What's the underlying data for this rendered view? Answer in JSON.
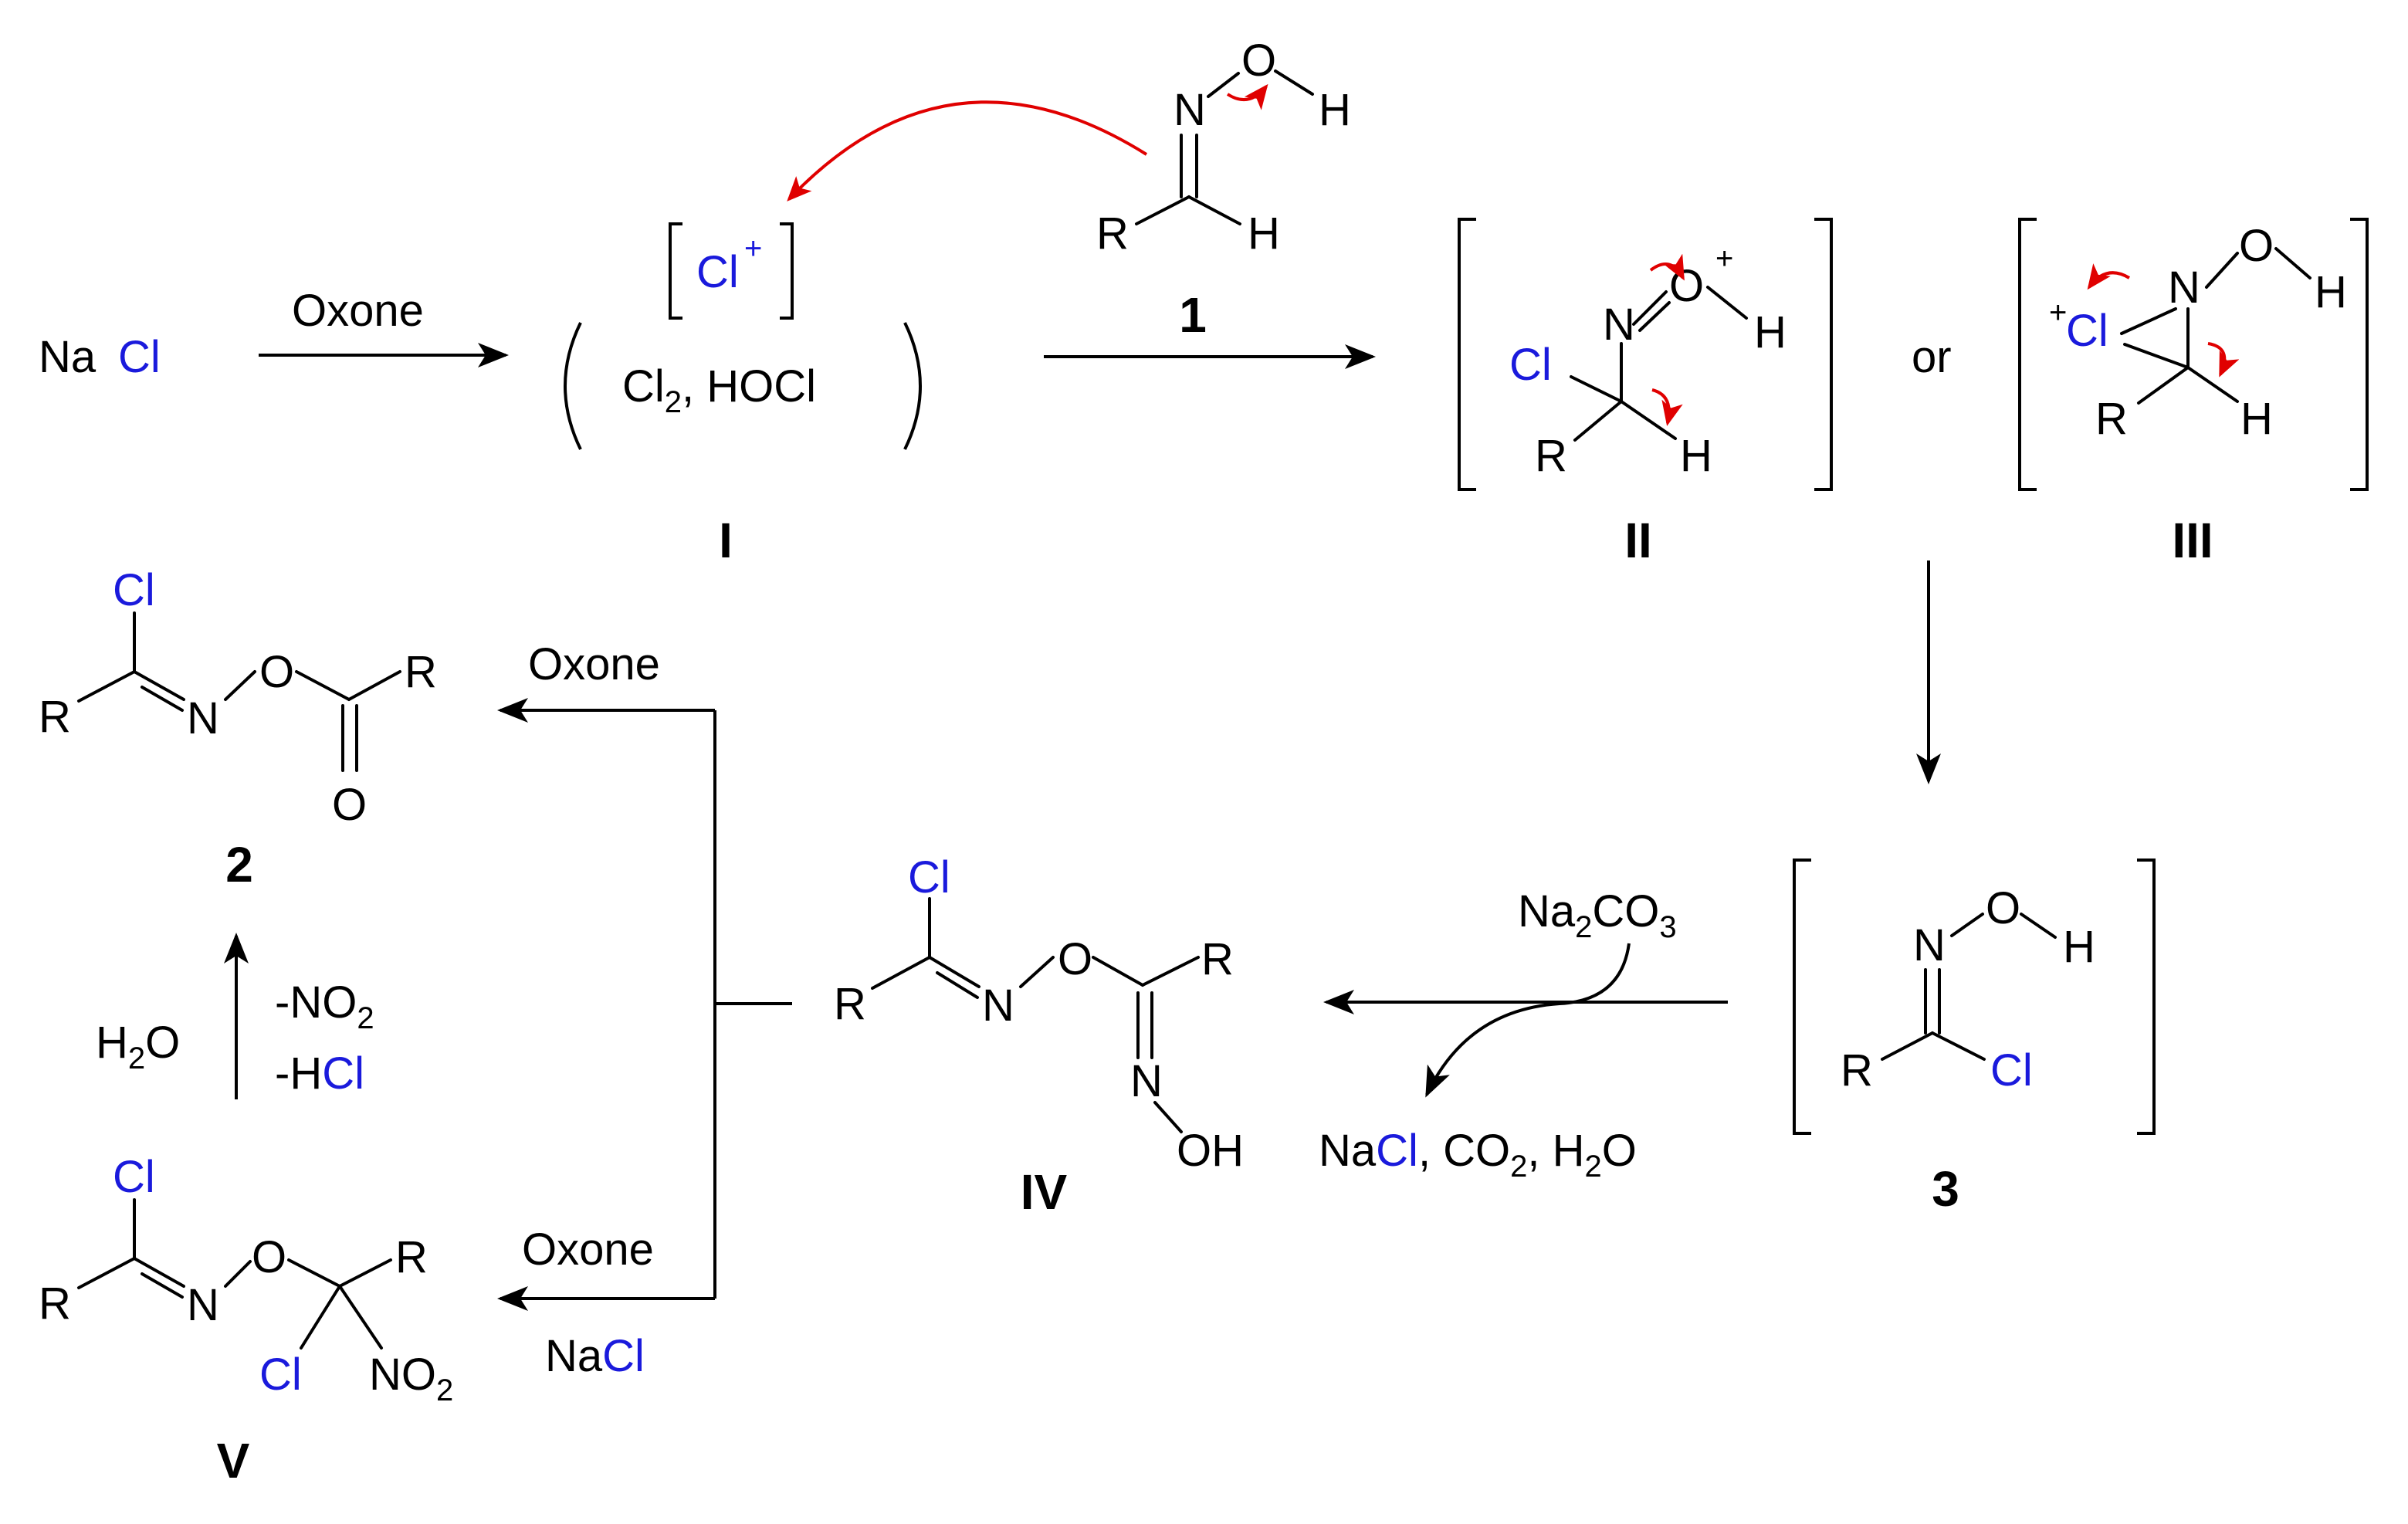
{
  "colors": {
    "chlorine": "#1a1adc",
    "electron_arrow": "#e00000",
    "ink": "#000000"
  },
  "start": {
    "na": "Na",
    "cl": "Cl"
  },
  "step1": {
    "reagent": "Oxone"
  },
  "species_I": {
    "cl": "Cl",
    "plus": "+",
    "cl2": "Cl",
    "cl2_sub": "2",
    "hocl": ", HOCl",
    "label": "I"
  },
  "oxime_1": {
    "n": "N",
    "o": "O",
    "h1": "H",
    "r": "R",
    "h2": "H",
    "label": "1"
  },
  "species_II": {
    "n": "N",
    "o": "O",
    "plus": "+",
    "h1": "H",
    "cl": "Cl",
    "r": "R",
    "h2": "H",
    "label": "II"
  },
  "or_text": "or",
  "species_III": {
    "plus": "+",
    "cl": "Cl",
    "n": "N",
    "o": "O",
    "h1": "H",
    "r": "R",
    "h2": "H",
    "label": "III"
  },
  "species_3": {
    "n": "N",
    "o": "O",
    "h": "H",
    "r": "R",
    "cl": "Cl",
    "label": "3"
  },
  "step3": {
    "na2": "Na",
    "na2_sub": "2",
    "co": "CO",
    "co_sub": "3",
    "byp_na": "Na",
    "byp_cl": "Cl",
    "byp_co": ", CO",
    "byp_co_sub": "2",
    "byp_h": ", H",
    "byp_h_sub": "2",
    "byp_o": "O"
  },
  "species_IV": {
    "cl": "Cl",
    "r1": "R",
    "n1": "N",
    "o1": "O",
    "r2": "R",
    "n2": "N",
    "oh": "OH",
    "label": "IV"
  },
  "upper_branch": {
    "reagent": "Oxone"
  },
  "product_2": {
    "cl": "Cl",
    "r1": "R",
    "n": "N",
    "o1": "O",
    "r2": "R",
    "o2": "O",
    "label": "2"
  },
  "lower_branch": {
    "reagent1": "Oxone",
    "reagent2_na": "Na",
    "reagent2_cl": "Cl"
  },
  "conversion": {
    "h2o_h": "H",
    "h2o_sub": "2",
    "h2o_o": "O",
    "no2_a": "-NO",
    "no2_sub": "2",
    "hcl_a": "-H",
    "hcl_cl": "Cl"
  },
  "species_V": {
    "cl1": "Cl",
    "r1": "R",
    "n": "N",
    "o": "O",
    "r2": "R",
    "cl2": "Cl",
    "no2": "NO",
    "no2_sub": "2",
    "label": "V"
  }
}
